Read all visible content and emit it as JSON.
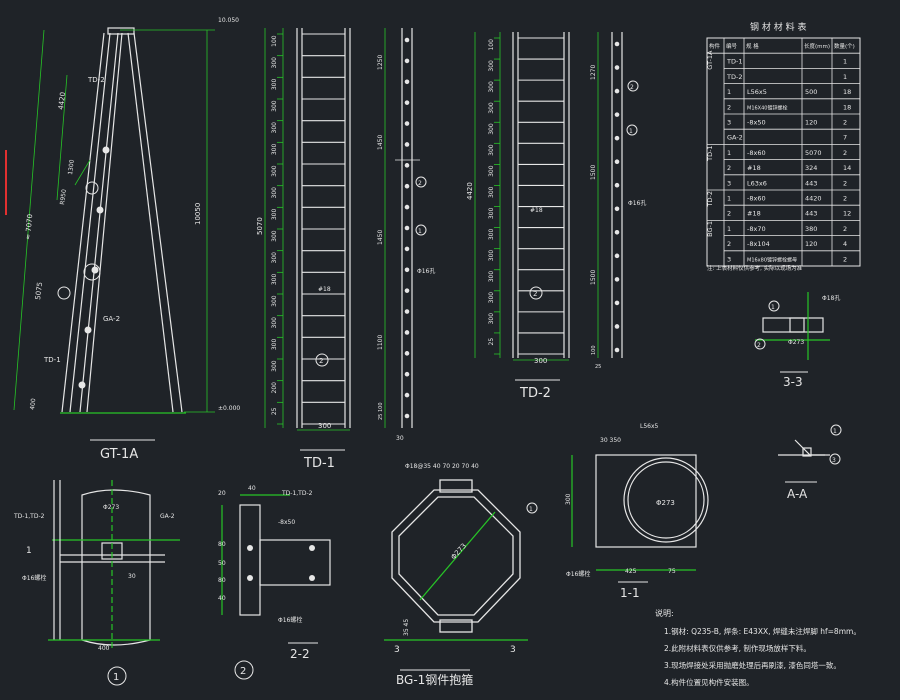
{
  "colors": {
    "bg": "#1f2328",
    "white": "#e6e6e6",
    "green": "#27c427",
    "yellow": "#e8e24a",
    "cyan": "#3ec8e0",
    "red": "#e23030",
    "gray": "#9aa0a6"
  },
  "gt1a": {
    "title": "GT-1A",
    "top_elev": "10.050",
    "base_elev": "±0.000",
    "height": "10050",
    "dim_4420": "4420",
    "dim_5075": "5075",
    "dim_1300": "1300",
    "dim_400": "400",
    "dim_total": "≈ 7070",
    "r950": "R950",
    "labels": [
      "TD-2",
      "GA-2",
      "TD-1"
    ]
  },
  "td1": {
    "title": "TD-1",
    "dim_total": "5070",
    "dim_300": "300",
    "spacings": [
      "100",
      "300",
      "300",
      "300",
      "300",
      "300",
      "300",
      "300",
      "300",
      "300",
      "300",
      "300",
      "300",
      "300",
      "300",
      "300",
      "200",
      "25"
    ],
    "side_dims": [
      "1250",
      "1450",
      "1450",
      "1100",
      "25 100"
    ],
    "bar_label": "#18",
    "bottom": "30",
    "circle_label": "2"
  },
  "td1_side": {
    "note_phi": "Φ16孔",
    "circles": [
      "2",
      "1"
    ]
  },
  "td2": {
    "title": "TD-2",
    "dim_total": "4420",
    "dim_300": "300",
    "spacings": [
      "100",
      "300",
      "300",
      "300",
      "300",
      "300",
      "300",
      "300",
      "300",
      "300",
      "300",
      "300",
      "300",
      "300",
      "25"
    ],
    "bar_label": "#18",
    "circle_label": "2"
  },
  "td2_side": {
    "side_dims": [
      "1270",
      "1500",
      "1500",
      "100",
      "25"
    ],
    "note_phi": "Φ16孔",
    "circles": [
      "2",
      "1"
    ]
  },
  "table": {
    "title": "钢 材 材 料 表",
    "headers": [
      "构件",
      "编号",
      "规 格",
      "长度(mm)",
      "数量(个)"
    ],
    "rows": [
      [
        "GT-1A",
        "TD-1",
        "",
        "",
        "1"
      ],
      [
        "",
        "TD-2",
        "",
        "",
        "1"
      ],
      [
        "",
        "1",
        "L56x5",
        "500",
        "18"
      ],
      [
        "",
        "2",
        "M16X40镀锌螺栓",
        "",
        "18"
      ],
      [
        "",
        "3",
        "-8x50",
        "120",
        "2"
      ],
      [
        "",
        "GA-2",
        "",
        "",
        "7"
      ],
      [
        "TD-1",
        "1",
        "-8x60",
        "5070",
        "2"
      ],
      [
        "",
        "2",
        "#18",
        "324",
        "14"
      ],
      [
        "",
        "3",
        "L63x6",
        "443",
        "2"
      ],
      [
        "TD-2",
        "1",
        "-8x60",
        "4420",
        "2"
      ],
      [
        "",
        "2",
        "#18",
        "443",
        "12"
      ],
      [
        "BG-1",
        "1",
        "-8x70",
        "380",
        "2"
      ],
      [
        "",
        "2",
        "-8x104",
        "120",
        "4"
      ],
      [
        "",
        "3",
        "M16x80镀锌螺栓螺母",
        "",
        "2"
      ]
    ],
    "footnote": "注: 上表材料仅供参考, 实际以现场为准"
  },
  "sec33": {
    "title": "3-3",
    "dim_273": "Φ273",
    "note": "Φ18孔",
    "circles": [
      "1",
      "2"
    ]
  },
  "secaa": {
    "title": "A-A",
    "circles": [
      "1",
      "3"
    ]
  },
  "detail1": {
    "title": "1",
    "labels": [
      "TD-1,TD-2",
      "GA-2"
    ],
    "dim_400": "400",
    "dim_273": "Φ273",
    "dim_bottom": "30",
    "bolt": "Φ16螺栓",
    "section": "1"
  },
  "detail2": {
    "title": "2",
    "labels": [
      "TD-1,TD-2",
      "-8x50"
    ],
    "dims": [
      "40",
      "80",
      "20",
      "50",
      "80",
      "40"
    ],
    "bolt": "Φ16螺栓"
  },
  "sec22": {
    "title": "2-2"
  },
  "bg1": {
    "title": "BG-1钢件抱箍",
    "dims_top": "Φ18@35  40 70 20 70 40",
    "dim_273": "Φ273",
    "dims_bottom": "35 45",
    "section": "3",
    "circle": "1"
  },
  "sec11": {
    "title": "1-1",
    "top_dims": "30  350",
    "label": "L56x5",
    "dim_300": "300",
    "dim_425": "425",
    "dim_75": "75",
    "dim_273": "Φ273",
    "bolt": "Φ16螺栓"
  },
  "notes": {
    "heading": "说明:",
    "lines": [
      "1.钢材: Q235-B, 焊条: E43XX, 焊缝未注焊脚 hf=8mm。",
      "2.此附材料表仅供参考, 制作现场放样下料。",
      "3.现场焊接处采用抛磨处理后再刷漆, 漆色同塔一致。",
      "4.构件位置见构件安装图。"
    ]
  }
}
